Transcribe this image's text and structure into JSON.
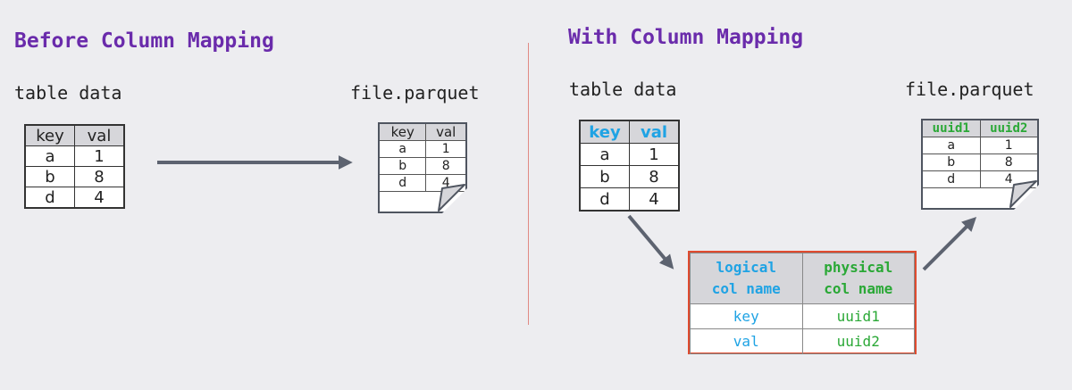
{
  "before": {
    "title": "Before Column Mapping",
    "table_label": "table data",
    "file_label": "file.parquet",
    "table": {
      "headers": [
        "key",
        "val"
      ],
      "rows": [
        [
          "a",
          "1"
        ],
        [
          "b",
          "8"
        ],
        [
          "d",
          "4"
        ]
      ]
    },
    "file": {
      "headers": [
        "key",
        "val"
      ],
      "rows": [
        [
          "a",
          "1"
        ],
        [
          "b",
          "8"
        ],
        [
          "d",
          "4"
        ]
      ]
    }
  },
  "after": {
    "title": "With Column Mapping",
    "table_label": "table data",
    "file_label": "file.parquet",
    "table": {
      "headers": [
        "key",
        "val"
      ],
      "rows": [
        [
          "a",
          "1"
        ],
        [
          "b",
          "8"
        ],
        [
          "d",
          "4"
        ]
      ]
    },
    "file": {
      "headers": [
        "uuid1",
        "uuid2"
      ],
      "rows": [
        [
          "a",
          "1"
        ],
        [
          "b",
          "8"
        ],
        [
          "d",
          "4"
        ]
      ]
    },
    "mapping": {
      "headers": [
        "logical col name",
        "physical col name"
      ],
      "header_lines": [
        [
          "logical",
          "col name"
        ],
        [
          "physical",
          "col name"
        ]
      ],
      "rows": [
        [
          "key",
          "uuid1"
        ],
        [
          "val",
          "uuid2"
        ]
      ]
    }
  },
  "colors": {
    "heading": "#6a2bab",
    "logical": "#1fa3e4",
    "physical": "#2aa836",
    "mapping_border": "#e04b2f",
    "divider": "#e08a84",
    "arrow": "#5d6370"
  }
}
